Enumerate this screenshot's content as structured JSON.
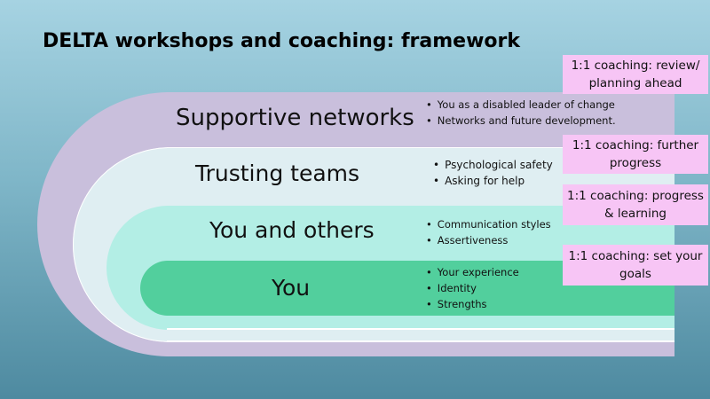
{
  "title": "DELTA workshops and coaching: framework",
  "layers": [
    {
      "heading": "Supportive networks",
      "bullets": [
        "You as a disabled  leader of change",
        "Networks and future development."
      ],
      "color": "#c9bfdc"
    },
    {
      "heading": "Trusting teams",
      "bullets": [
        "Psychological safety",
        "Asking for help"
      ],
      "color": "#dfeef2"
    },
    {
      "heading": "You and others",
      "bullets": [
        "Communication styles",
        "Assertiveness"
      ],
      "color": "#b3eee5"
    },
    {
      "heading": "You",
      "bullets": [
        "Your experience",
        "Identity",
        "Strengths"
      ],
      "color": "#52cf9d"
    }
  ],
  "coaching": [
    {
      "line1": "1:1 coaching: review/",
      "line2": "planning ahead"
    },
    {
      "line1": "1:1 coaching: further",
      "line2": "progress"
    },
    {
      "line1": "1:1 coaching: progress",
      "line2": "& learning"
    },
    {
      "line1": "1:1 coaching: set your",
      "line2": "goals"
    }
  ]
}
